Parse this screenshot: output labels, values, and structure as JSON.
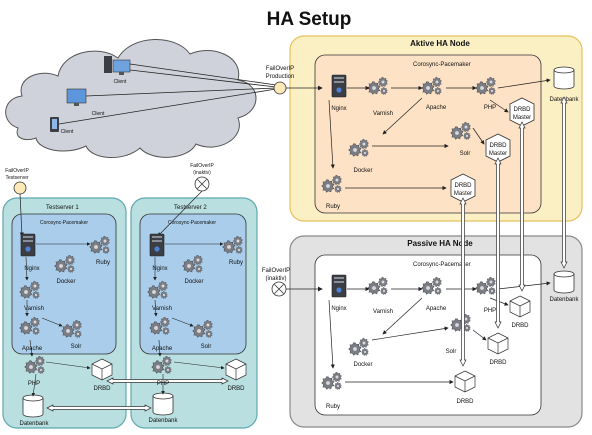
{
  "title": "HA Setup",
  "cloud": {
    "clients": [
      "Client",
      "Client",
      "Client"
    ]
  },
  "failover": {
    "production": [
      "FailOverIP",
      "Production"
    ],
    "testserver": [
      "FailOverIP",
      "Testserver"
    ],
    "inaktiv_small": [
      "FailOverIP",
      "(inaktiv)"
    ],
    "inaktiv_passive": [
      "FailOverIP",
      "(inaktiv)"
    ]
  },
  "active_node": {
    "title": "Aktive HA Node",
    "pacemaker": "Corosync-Pacemaker",
    "labels": {
      "nginx": "Nginx",
      "varnish": "Varnish",
      "apache": "Apache",
      "php": "PHP",
      "docker": "Docker",
      "solr": "Solr",
      "ruby": "Ruby",
      "datenbank": "Datenbank"
    },
    "drbd": [
      [
        "DRBD",
        "Master"
      ],
      [
        "DRBD",
        "Master"
      ],
      [
        "DRBD",
        "Master"
      ]
    ]
  },
  "passive_node": {
    "title": "Passive HA Node",
    "pacemaker": "Corosync-Pacemaker",
    "labels": {
      "nginx": "Nginx",
      "varnish": "Varnish",
      "apache": "Apache",
      "php": "PHP",
      "docker": "Docker",
      "solr": "Solr",
      "ruby": "Ruby",
      "datenbank": "Datenbank"
    },
    "drbd": [
      "DRBD",
      "DRBD",
      "DRBD"
    ]
  },
  "testserver1": {
    "title": "Testserver 1",
    "pacemaker": "Corosync-Pacemaker",
    "labels": {
      "nginx": "Nginx",
      "ruby": "Ruby",
      "docker": "Docker",
      "varnish": "Varnish",
      "solr": "Solr",
      "apache": "Apache",
      "php": "PHP",
      "drbd": "DRBD",
      "datenbank": "Datenbank"
    }
  },
  "testserver2": {
    "title": "Testserver 2",
    "pacemaker": "Corosync-Pacemaker",
    "labels": {
      "nginx": "Nginx",
      "ruby": "Ruby",
      "docker": "Docker",
      "varnish": "Varnish",
      "solr": "Solr",
      "apache": "Apache",
      "php": "PHP",
      "drbd": "DRBD",
      "datenbank": "Datenbank"
    }
  },
  "colors": {
    "active_outer": "#fbefc4",
    "active_outer_stroke": "#e6c25a",
    "active_inner": "#fde2c5",
    "passive_outer": "#e2e2e2",
    "passive_outer_stroke": "#8a8a8a",
    "passive_inner": "#ffffff",
    "test_outer": "#b9dfe0",
    "test_outer_stroke": "#5ea9b0",
    "test_inner": "#a9cdea",
    "cloud": "#d0d2db",
    "failover": "#fbe9b8"
  }
}
